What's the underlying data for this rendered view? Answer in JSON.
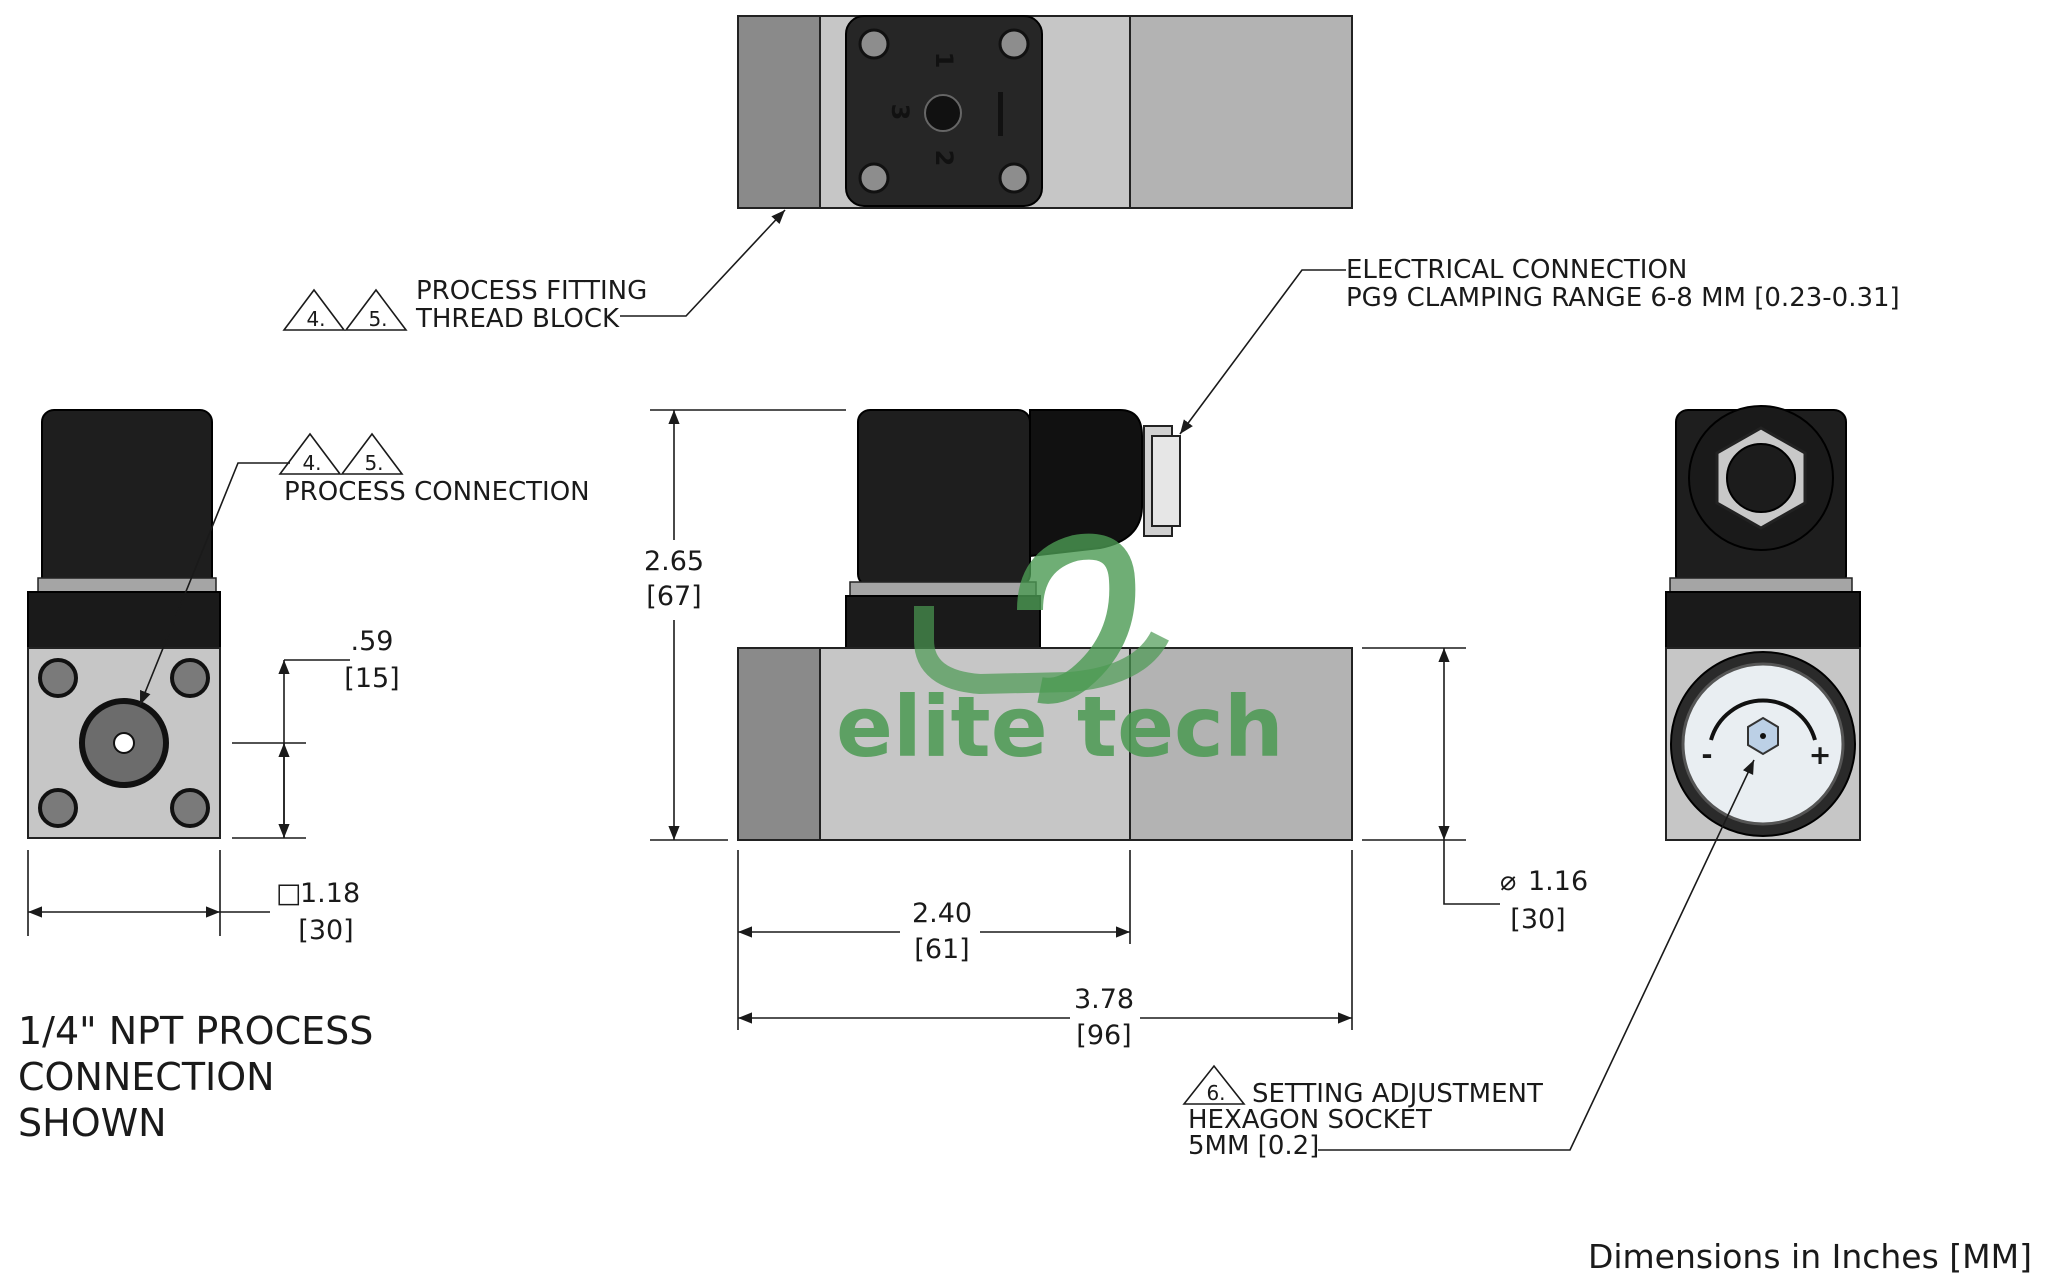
{
  "watermark": {
    "text": "elite tech",
    "color": "#4b9a52"
  },
  "callouts": {
    "process_fitting": {
      "markers": [
        "4.",
        "5."
      ],
      "line1": "PROCESS FITTING",
      "line2": "THREAD BLOCK"
    },
    "process_connection": {
      "markers": [
        "4.",
        "5."
      ],
      "line1": "PROCESS CONNECTION"
    },
    "electrical_connection": {
      "line1": "ELECTRICAL CONNECTION",
      "line2": "PG9 CLAMPING RANGE 6-8 MM [0.23-0.31]"
    },
    "setting_adjustment": {
      "marker": "6.",
      "line1": "SETTING ADJUSTMENT",
      "line2": "HEXAGON SOCKET",
      "line3": "5MM [0.2]"
    }
  },
  "dimensions": {
    "port_offset": {
      "inch": ".59",
      "mm": "[15]"
    },
    "square_width": {
      "symbol": "□",
      "inch": "1.18",
      "mm": "[30]"
    },
    "height": {
      "inch": "2.65",
      "mm": "[67]"
    },
    "diameter": {
      "symbol": "⌀",
      "inch": "1.16",
      "mm": "[30]"
    },
    "thread_block_length": {
      "inch": "2.40",
      "mm": "[61]"
    },
    "overall_length": {
      "inch": "3.78",
      "mm": "[96]"
    }
  },
  "connector_pins": {
    "pin1": "1",
    "pin2": "2",
    "pin3": "3",
    "ground": "⏚"
  },
  "adjustment_signs": {
    "minus": "-",
    "plus": "+"
  },
  "note": {
    "line1": "1/4\" NPT PROCESS",
    "line2": "CONNECTION",
    "line3": "SHOWN"
  },
  "units_note": "Dimensions in Inches [MM]"
}
